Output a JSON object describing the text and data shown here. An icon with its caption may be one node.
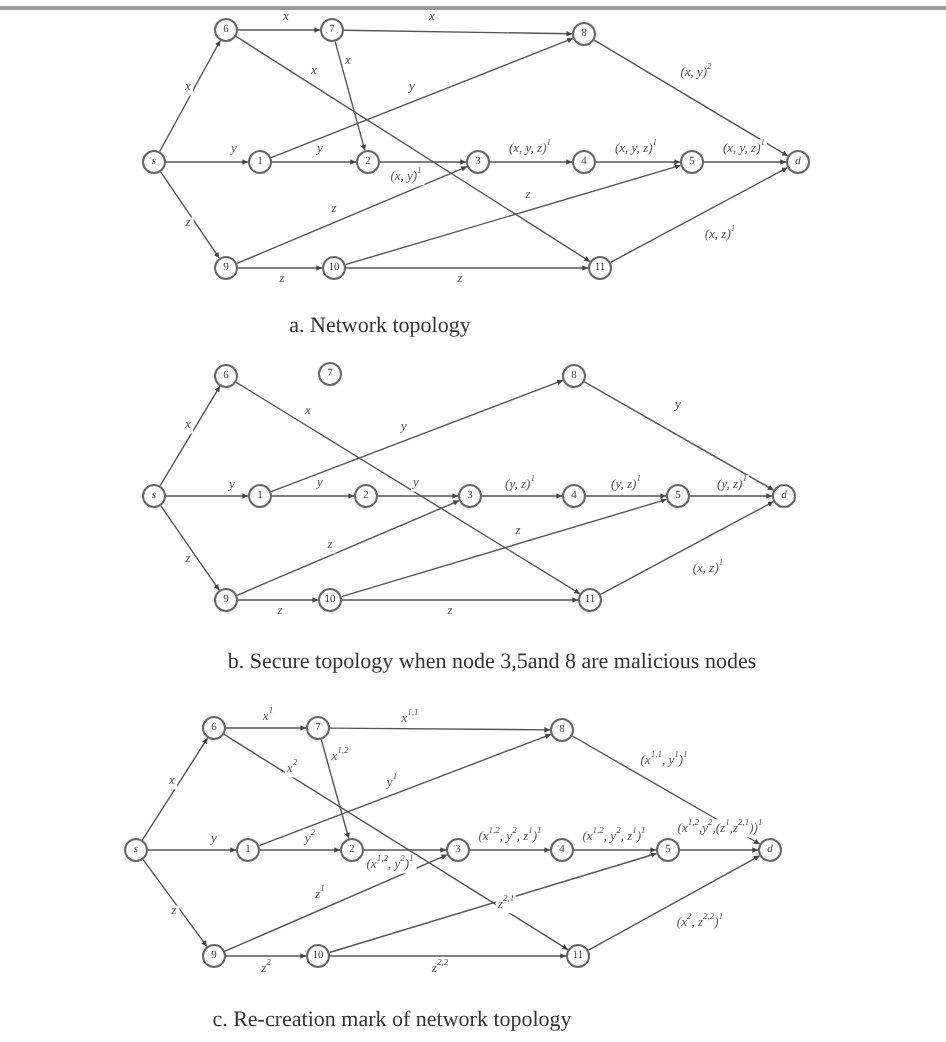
{
  "diagram": {
    "nodes": [
      {
        "text": [
          "6"
        ]
      },
      {
        "text": [
          "7"
        ]
      },
      {
        "text": [
          "8"
        ]
      },
      {
        "text": [
          "s"
        ]
      },
      {
        "text": [
          "1"
        ]
      },
      {
        "text": [
          "2"
        ]
      },
      {
        "text": [
          "3"
        ]
      },
      {
        "text": [
          "4"
        ]
      },
      {
        "text": [
          "5"
        ]
      },
      {
        "text": [
          "d"
        ]
      },
      {
        "text": [
          "9"
        ]
      },
      {
        "text": [
          "10"
        ]
      },
      {
        "text": [
          "11"
        ]
      },
      {
        "text": [
          "6"
        ]
      },
      {
        "text": [
          "7"
        ]
      },
      {
        "text": [
          "8"
        ]
      },
      {
        "text": [
          "s"
        ]
      },
      {
        "text": [
          "1"
        ]
      },
      {
        "text": [
          "2"
        ]
      },
      {
        "text": [
          "3"
        ]
      },
      {
        "text": [
          "4"
        ]
      },
      {
        "text": [
          "5"
        ]
      },
      {
        "text": [
          "d"
        ]
      },
      {
        "text": [
          "9"
        ]
      },
      {
        "text": [
          "10"
        ]
      },
      {
        "text": [
          "11"
        ]
      },
      {
        "text": [
          "6"
        ]
      },
      {
        "text": [
          "7"
        ]
      },
      {
        "text": [
          "8"
        ]
      },
      {
        "text": [
          "s"
        ]
      },
      {
        "text": [
          "1"
        ]
      },
      {
        "text": [
          "2"
        ]
      },
      {
        "text": [
          "3"
        ]
      },
      {
        "text": [
          "4"
        ]
      },
      {
        "text": [
          "5"
        ]
      },
      {
        "text": [
          "d"
        ]
      },
      {
        "text": [
          "9"
        ]
      },
      {
        "text": [
          "10"
        ]
      },
      {
        "text": [
          "11"
        ]
      }
    ],
    "edges": [
      {
        "from": 3,
        "to": 0,
        "arrow": "to",
        "label": "x"
      },
      {
        "from": 3,
        "to": 4,
        "arrow": "to",
        "label": "y"
      },
      {
        "from": 3,
        "to": 10,
        "arrow": "to",
        "label": "z"
      },
      {
        "from": 0,
        "to": 1,
        "arrow": "to",
        "label": "x"
      },
      {
        "from": 1,
        "to": 2,
        "arrow": "to",
        "label": "x"
      },
      {
        "from": 0,
        "to": 12,
        "arrow": "to",
        "label": "x"
      },
      {
        "from": 1,
        "to": 5,
        "arrow": "to",
        "label": "x"
      },
      {
        "from": 4,
        "to": 2,
        "arrow": "to",
        "label": "y"
      },
      {
        "from": 4,
        "to": 5,
        "arrow": "to",
        "label": "y"
      },
      {
        "from": 5,
        "to": 6,
        "arrow": "to",
        "label": "(x, y)$^{1}$"
      },
      {
        "from": 10,
        "to": 6,
        "arrow": "to",
        "label": "z"
      },
      {
        "from": 6,
        "to": 7,
        "arrow": "to",
        "label": "(x, y, z)$^{1}$"
      },
      {
        "from": 7,
        "to": 8,
        "arrow": "to",
        "label": "(x, y, z)$^{1}$"
      },
      {
        "from": 8,
        "to": 9,
        "arrow": "to",
        "label": "(x, y, z)$^{1}$"
      },
      {
        "from": 2,
        "to": 9,
        "arrow": "to",
        "label": "(x, y)$^{2}$"
      },
      {
        "from": 10,
        "to": 11,
        "arrow": "to",
        "label": "z"
      },
      {
        "from": 11,
        "to": 8,
        "arrow": "to",
        "label": "z"
      },
      {
        "from": 11,
        "to": 12,
        "arrow": "to",
        "label": "z"
      },
      {
        "from": 12,
        "to": 9,
        "arrow": "to",
        "label": "(x, z)$^{1}$"
      },
      {
        "from": 16,
        "to": 13,
        "arrow": "to",
        "label": "x"
      },
      {
        "from": 16,
        "to": 17,
        "arrow": "to",
        "label": "y"
      },
      {
        "from": 16,
        "to": 23,
        "arrow": "to",
        "label": "z"
      },
      {
        "from": 13,
        "to": 25,
        "arrow": "to",
        "label": "x"
      },
      {
        "from": 17,
        "to": 15,
        "arrow": "to",
        "label": "y"
      },
      {
        "from": 17,
        "to": 18,
        "arrow": "to",
        "label": "y"
      },
      {
        "from": 18,
        "to": 19,
        "arrow": "to",
        "label": "y"
      },
      {
        "from": 23,
        "to": 19,
        "arrow": "to",
        "label": "z"
      },
      {
        "from": 19,
        "to": 20,
        "arrow": "to",
        "label": "(y, z)$^{1}$"
      },
      {
        "from": 20,
        "to": 21,
        "arrow": "to",
        "label": "(y, z)$^{1}$"
      },
      {
        "from": 21,
        "to": 22,
        "arrow": "to",
        "label": "(y, z)$^{1}$"
      },
      {
        "from": 15,
        "to": 22,
        "arrow": "to",
        "label": "y"
      },
      {
        "from": 23,
        "to": 24,
        "arrow": "to",
        "label": "z"
      },
      {
        "from": 24,
        "to": 21,
        "arrow": "to",
        "label": "z"
      },
      {
        "from": 24,
        "to": 25,
        "arrow": "to",
        "label": "z"
      },
      {
        "from": 25,
        "to": 22,
        "arrow": "to",
        "label": "(x, z)$^{1}$"
      },
      {
        "from": 29,
        "to": 26,
        "arrow": "to",
        "label": "x"
      },
      {
        "from": 29,
        "to": 30,
        "arrow": "to",
        "label": "y"
      },
      {
        "from": 29,
        "to": 36,
        "arrow": "to",
        "label": "z"
      },
      {
        "from": 26,
        "to": 27,
        "arrow": "to",
        "label": "x$^{1}$"
      },
      {
        "from": 27,
        "to": 28,
        "arrow": "to",
        "label": "x$^{1,1}$"
      },
      {
        "from": 26,
        "to": 38,
        "arrow": "to",
        "label": "x$^{2}$"
      },
      {
        "from": 27,
        "to": 31,
        "arrow": "to",
        "label": "x$^{1,2}$"
      },
      {
        "from": 30,
        "to": 28,
        "arrow": "to",
        "label": "y$^{1}$"
      },
      {
        "from": 30,
        "to": 31,
        "arrow": "to",
        "label": "y$^{2}$"
      },
      {
        "from": 31,
        "to": 32,
        "arrow": "to",
        "label": "(x$^{1,2}$, y$^{2}$)$^{1}$"
      },
      {
        "from": 36,
        "to": 32,
        "arrow": "to",
        "label": "z$^{1}$"
      },
      {
        "from": 32,
        "to": 33,
        "arrow": "to",
        "label": "(x$^{1,2}$, y$^{2}$, z$^{1}$)$^{1}$"
      },
      {
        "from": 33,
        "to": 34,
        "arrow": "to",
        "label": "(x$^{1,2}$, y$^{2}$, z$^{1}$)$^{1}$"
      },
      {
        "from": 34,
        "to": 35,
        "arrow": "to",
        "label": "(x$^{1,2}$,y$^{2}$,(z$^{1}$,z$^{2,1}$))$^{1}$"
      },
      {
        "from": 28,
        "to": 35,
        "arrow": "to",
        "label": "(x$^{1,1}$, y$^{1}$)$^{1}$"
      },
      {
        "from": 36,
        "to": 37,
        "arrow": "to",
        "label": "z$^{2}$"
      },
      {
        "from": 37,
        "to": 34,
        "arrow": "to",
        "label": "z$^{2,1}$"
      },
      {
        "from": 37,
        "to": 38,
        "arrow": "to",
        "label": "z$^{2,2}$"
      },
      {
        "from": 38,
        "to": 35,
        "arrow": "to",
        "label": "(x$^{2}$, z$^{2,2}$)$^{1}$"
      }
    ],
    "labels": [
      "a. Network topology",
      "b. Secure topology when node 3,5and 8 are malicious nodes",
      "c. Re-creation mark of network topology"
    ]
  }
}
